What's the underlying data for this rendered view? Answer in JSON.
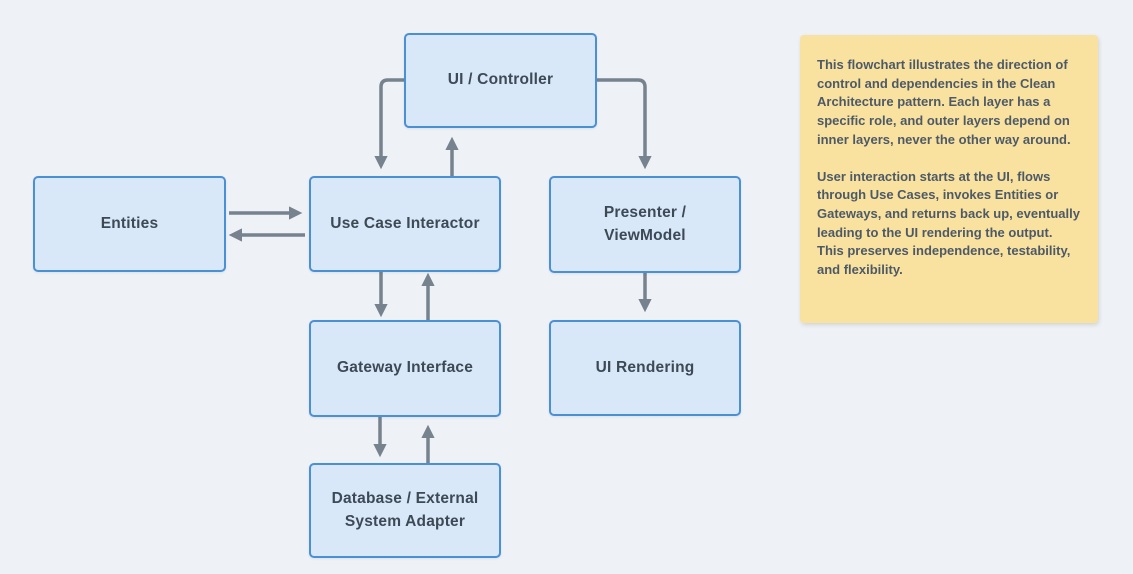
{
  "diagram": {
    "nodes": {
      "ui_controller": {
        "label": "UI / Controller"
      },
      "entities": {
        "label": "Entities"
      },
      "use_case_interactor": {
        "label": "Use Case Interactor"
      },
      "presenter_viewmodel": {
        "label": "Presenter /\nViewModel"
      },
      "gateway_interface": {
        "label": "Gateway Interface"
      },
      "ui_rendering": {
        "label": "UI Rendering"
      },
      "database_adapter": {
        "label": "Database / External\nSystem Adapter"
      }
    },
    "edges": [
      {
        "from": "entities",
        "to": "use_case_interactor"
      },
      {
        "from": "use_case_interactor",
        "to": "entities"
      },
      {
        "from": "ui_controller",
        "to": "use_case_interactor"
      },
      {
        "from": "use_case_interactor",
        "to": "ui_controller"
      },
      {
        "from": "ui_controller",
        "to": "presenter_viewmodel"
      },
      {
        "from": "use_case_interactor",
        "to": "gateway_interface"
      },
      {
        "from": "gateway_interface",
        "to": "use_case_interactor"
      },
      {
        "from": "gateway_interface",
        "to": "database_adapter"
      },
      {
        "from": "database_adapter",
        "to": "gateway_interface"
      },
      {
        "from": "presenter_viewmodel",
        "to": "ui_rendering"
      }
    ]
  },
  "note": {
    "paragraphs": [
      "This flowchart illustrates the direction of control and dependencies in the Clean Architecture pattern. Each layer has a specific role, and outer layers depend on inner layers, never the other way around.",
      "User interaction starts at the UI, flows through Use Cases, invokes Entities or Gateways, and returns back up, eventually leading to the UI rendering the output. This preserves independence, testability, and flexibility."
    ]
  },
  "colors": {
    "background": "#eef2f6",
    "node_fill": "#d8e8f8",
    "node_border": "#4a90d5",
    "node_text": "#3d4a56",
    "arrow": "#76828e",
    "note_background": "#f9e1a0",
    "note_text": "#4d5a66"
  }
}
